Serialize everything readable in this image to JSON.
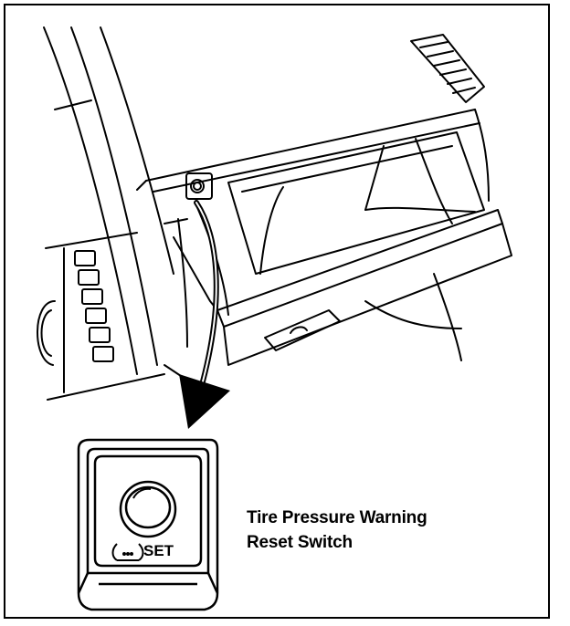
{
  "callout": {
    "line1": "Tire Pressure Warning",
    "line2": "Reset Switch"
  },
  "switch": {
    "label": "SET",
    "icon": "tire-pressure-warning-icon"
  },
  "colors": {
    "ink": "#000000",
    "paper": "#ffffff"
  }
}
